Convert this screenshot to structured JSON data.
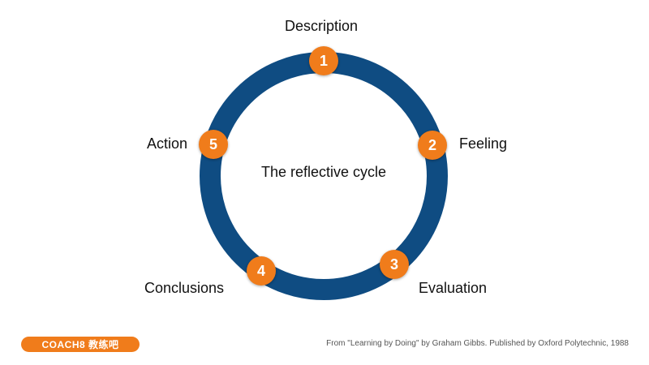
{
  "diagram": {
    "center_title": "The reflective cycle",
    "steps": [
      {
        "number": "1",
        "label": "Description"
      },
      {
        "number": "2",
        "label": "Feeling"
      },
      {
        "number": "3",
        "label": "Evaluation"
      },
      {
        "number": "4",
        "label": "Conclusions"
      },
      {
        "number": "5",
        "label": "Action"
      }
    ]
  },
  "footer": {
    "logo_text": "COACH8 教练吧",
    "credit": "From \"Learning by Doing\" by Graham Gibbs. Published by Oxford Polytechnic, 1988"
  },
  "colors": {
    "ring": "#0f4c82",
    "badge": "#f07c1b",
    "logo_bg": "#f07c1b"
  }
}
